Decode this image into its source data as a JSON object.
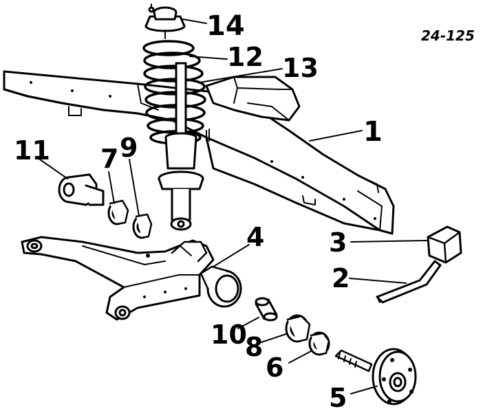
{
  "diagram": {
    "reference_code": "24-125",
    "callouts": {
      "c1": "1",
      "c2": "2",
      "c3": "3",
      "c4": "4",
      "c5": "5",
      "c6": "6",
      "c7": "7",
      "c8": "8",
      "c9": "9",
      "c10": "10",
      "c11": "11",
      "c12": "12",
      "c13": "13",
      "c14": "14"
    }
  }
}
